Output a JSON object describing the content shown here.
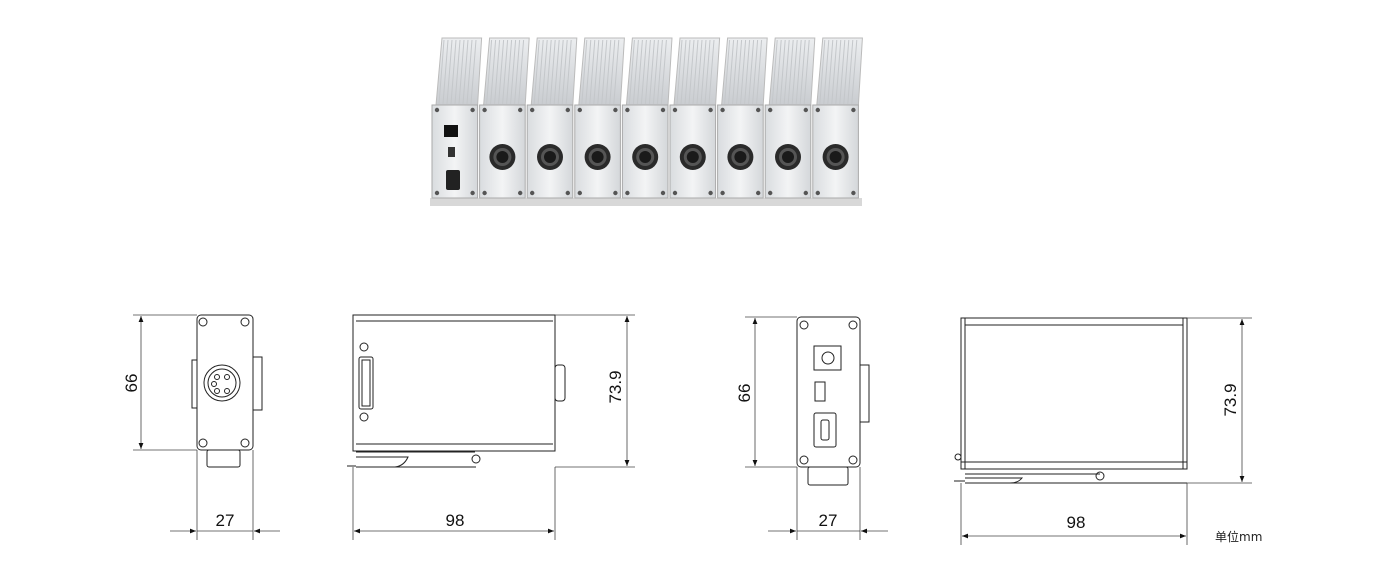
{
  "views": {
    "module_end": {
      "height_label": "66",
      "width_label": "27"
    },
    "module_side": {
      "height_label": "73.9",
      "length_label": "98"
    },
    "controller_end": {
      "height_label": "66",
      "width_label": "27"
    },
    "controller_side": {
      "height_label": "73.9",
      "length_label": "98"
    }
  },
  "unit_label": "单位mm",
  "photo": {
    "connector_modules": 8,
    "control_modules": 1
  }
}
